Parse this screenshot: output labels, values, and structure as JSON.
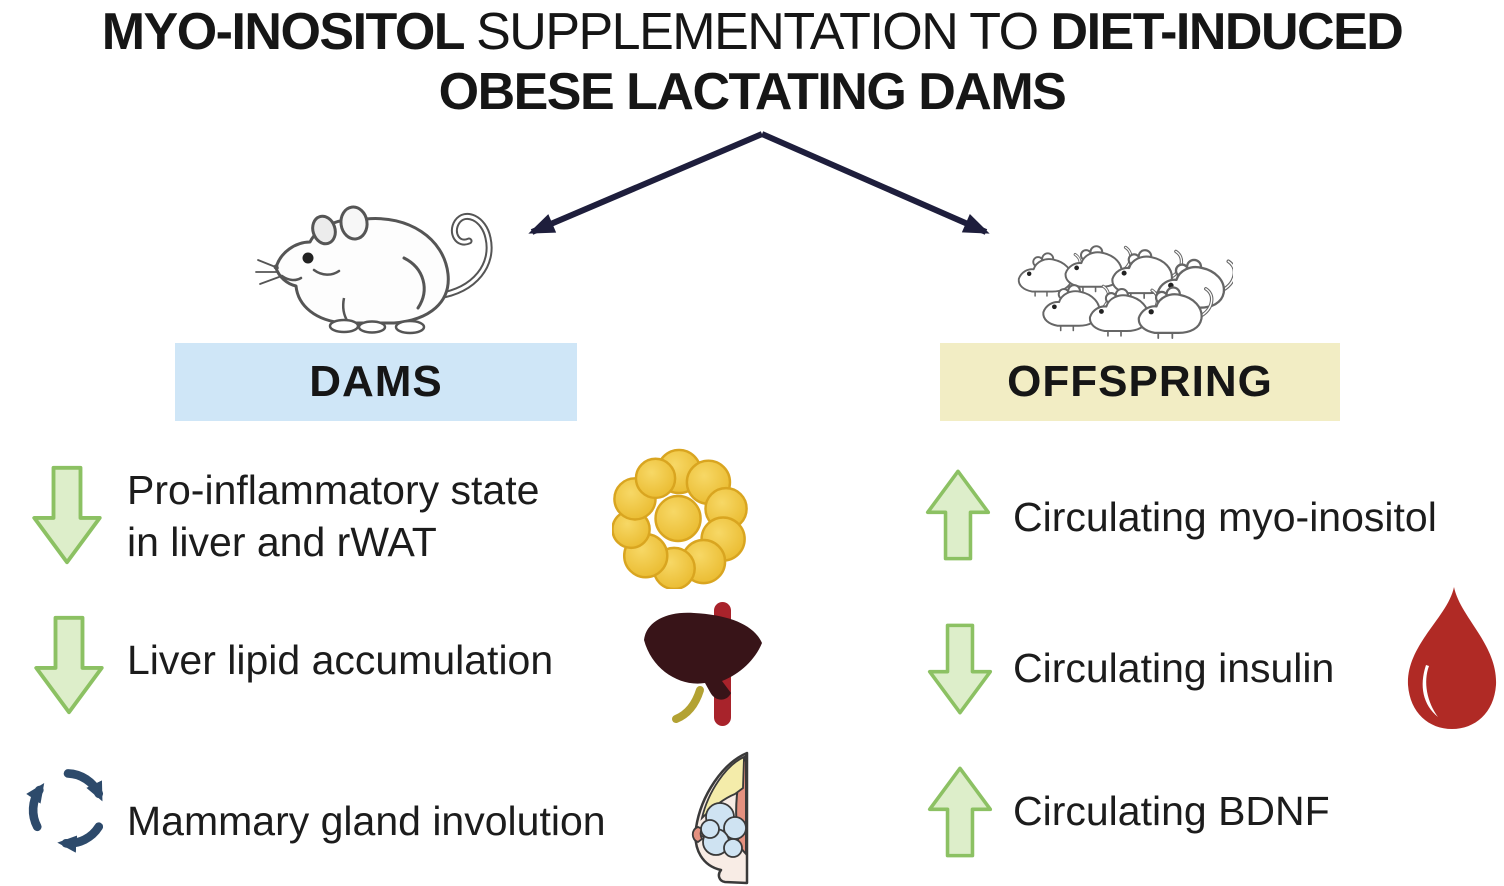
{
  "title": {
    "line1_bold1": "MYO-INOSITOL ",
    "line1_regular": "SUPPLEMENTATION TO ",
    "line1_bold2": "DIET-INDUCED",
    "line2": "OBESE LACTATING DAMS"
  },
  "dams": {
    "label": "DAMS",
    "items": [
      {
        "change": "decrease",
        "lines": [
          "Pro-inflammatory state",
          "in liver and rWAT"
        ],
        "icon": "adipose-tissue-icon"
      },
      {
        "change": "decrease",
        "lines": [
          "Liver lipid accumulation"
        ],
        "icon": "liver-icon"
      },
      {
        "change": "cycle",
        "lines": [
          "Mammary gland involution"
        ],
        "icon": "mammary-gland-icon"
      }
    ]
  },
  "offspring": {
    "label": "OFFSPRING",
    "items": [
      {
        "change": "increase",
        "text": "Circulating myo-inositol"
      },
      {
        "change": "decrease",
        "text": "Circulating insulin",
        "icon": "blood-drop-icon"
      },
      {
        "change": "increase",
        "text": "Circulating BDNF"
      }
    ]
  },
  "colors": {
    "dams_box": "#cfe6f7",
    "offspring_box": "#f2edc4",
    "arrow_green_fill": "#ddeeca",
    "arrow_green_stroke": "#8cc163",
    "branch_arrow": "#1e1e3c",
    "cycle_arrow": "#2d4a6b",
    "blood_drop": "#b02a25",
    "adipose_yellow": "#eebc3a",
    "liver_dark": "#381418"
  }
}
